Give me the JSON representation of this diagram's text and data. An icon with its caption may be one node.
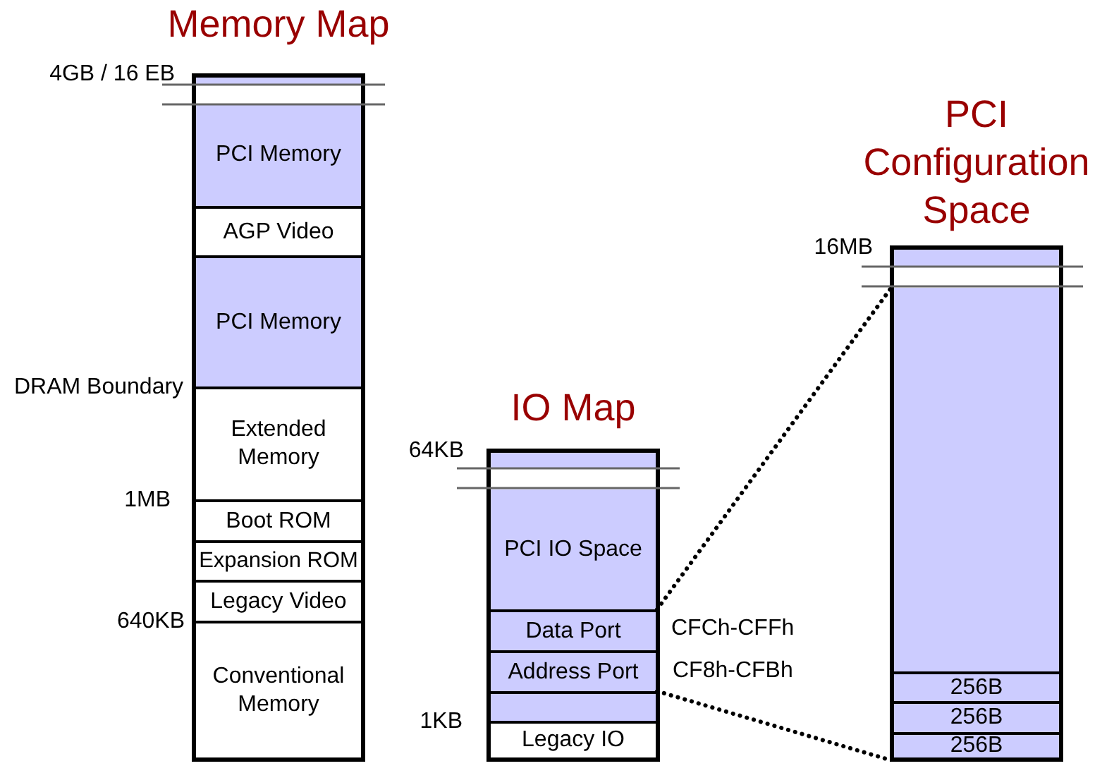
{
  "diagram": {
    "nodes": [
      {
        "text": [
          "Memory Map"
        ]
      },
      {
        "text": [
          "PCI Memory"
        ],
        "in": 0
      },
      {
        "text": [
          "AGP Video"
        ],
        "in": 0
      },
      {
        "text": [
          "PCI Memory"
        ],
        "in": 0
      },
      {
        "text": [
          "Extended Memory"
        ],
        "in": 0
      },
      {
        "text": [
          "Boot ROM"
        ],
        "in": 0
      },
      {
        "text": [
          "Expansion ROM"
        ],
        "in": 0
      },
      {
        "text": [
          "Legacy Video"
        ],
        "in": 0
      },
      {
        "text": [
          "Conventional Memory"
        ],
        "in": 0
      },
      {
        "text": [
          "IO Map"
        ]
      },
      {
        "text": [
          "PCI IO Space"
        ],
        "in": 9
      },
      {
        "text": [
          "Data Port"
        ],
        "in": 9,
        "beside": [
          "CFCh-CFFh"
        ]
      },
      {
        "text": [
          "Address Port"
        ],
        "in": 9,
        "beside": [
          "CF8h-CFBh"
        ]
      },
      {
        "text": [],
        "shape": "box",
        "in": 9
      },
      {
        "text": [
          "Legacy IO"
        ],
        "in": 9
      },
      {
        "text": [
          "PCI Configuration Space"
        ]
      },
      {
        "text": [],
        "shape": "box",
        "in": 15
      },
      {
        "text": [
          "256B"
        ],
        "in": 15
      },
      {
        "text": [
          "256B"
        ],
        "in": 15
      },
      {
        "text": [
          "256B"
        ],
        "in": 15
      }
    ],
    "edges": [
      {
        "from": 11,
        "to": 16,
        "arrow": "none",
        "style": "dashed"
      },
      {
        "from": 13,
        "to": 19,
        "arrow": "none",
        "style": "dashed"
      }
    ],
    "labels": [
      "4GB / 16 EB",
      "DRAM Boundary",
      "1MB",
      "640KB",
      "64KB",
      "1KB",
      "16MB"
    ]
  }
}
